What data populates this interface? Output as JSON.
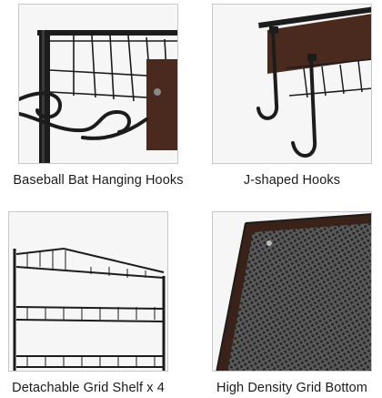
{
  "features": [
    {
      "caption": "Baseball Bat Hanging Hooks",
      "photo_icon": "bat-hooks-photo"
    },
    {
      "caption": "J-shaped Hooks",
      "photo_icon": "j-hooks-photo"
    },
    {
      "caption": "Detachable Grid Shelf x 4",
      "photo_icon": "grid-shelf-photo"
    },
    {
      "caption": "High Density Grid Bottom",
      "photo_icon": "grid-bottom-photo"
    }
  ],
  "colors": {
    "metal": "#1c1c1c",
    "wood": "#4a2a1e",
    "background": "#f4f4f4"
  }
}
